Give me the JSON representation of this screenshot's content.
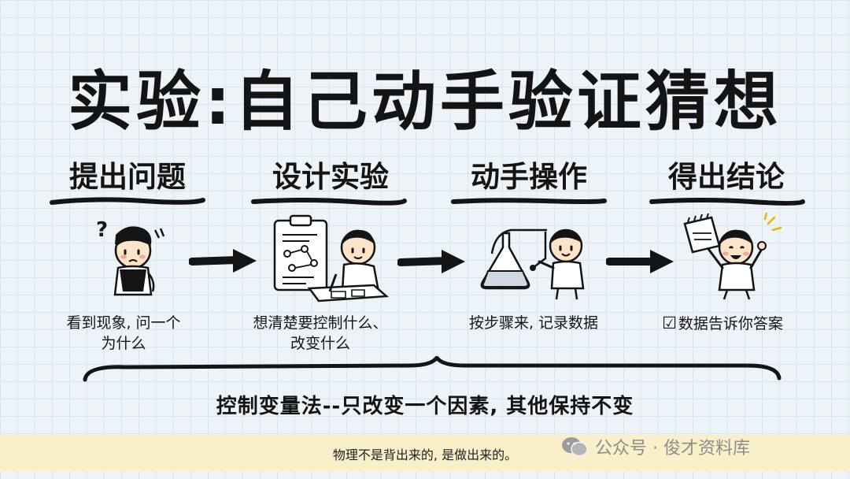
{
  "title": "实验:自己动手验证猜想",
  "steps": [
    {
      "title": "提出问题",
      "caption": "看到现象, 问一个\n为什么",
      "icon": "question-boy-icon"
    },
    {
      "title": "设计实验",
      "caption": "想清楚要控制什么、\n改变什么",
      "icon": "planning-boy-icon"
    },
    {
      "title": "动手操作",
      "caption": "按步骤来, 记录数据",
      "icon": "flask-boy-icon"
    },
    {
      "title": "得出结论",
      "caption": "数据告诉你答案",
      "icon": "cheering-boy-icon"
    }
  ],
  "check_mark": "☑",
  "question_mark": "?",
  "summary": "控制变量法--只改变一个因素, 其他保持不变",
  "footer": "物理不是背出来的, 是做出来的。",
  "watermark": "公众号 · 俊才资料库",
  "colors": {
    "ink": "#141414",
    "skin": "#fde3c8",
    "footer_bg": "#f9efc9",
    "grid": "#d9e4ee"
  }
}
